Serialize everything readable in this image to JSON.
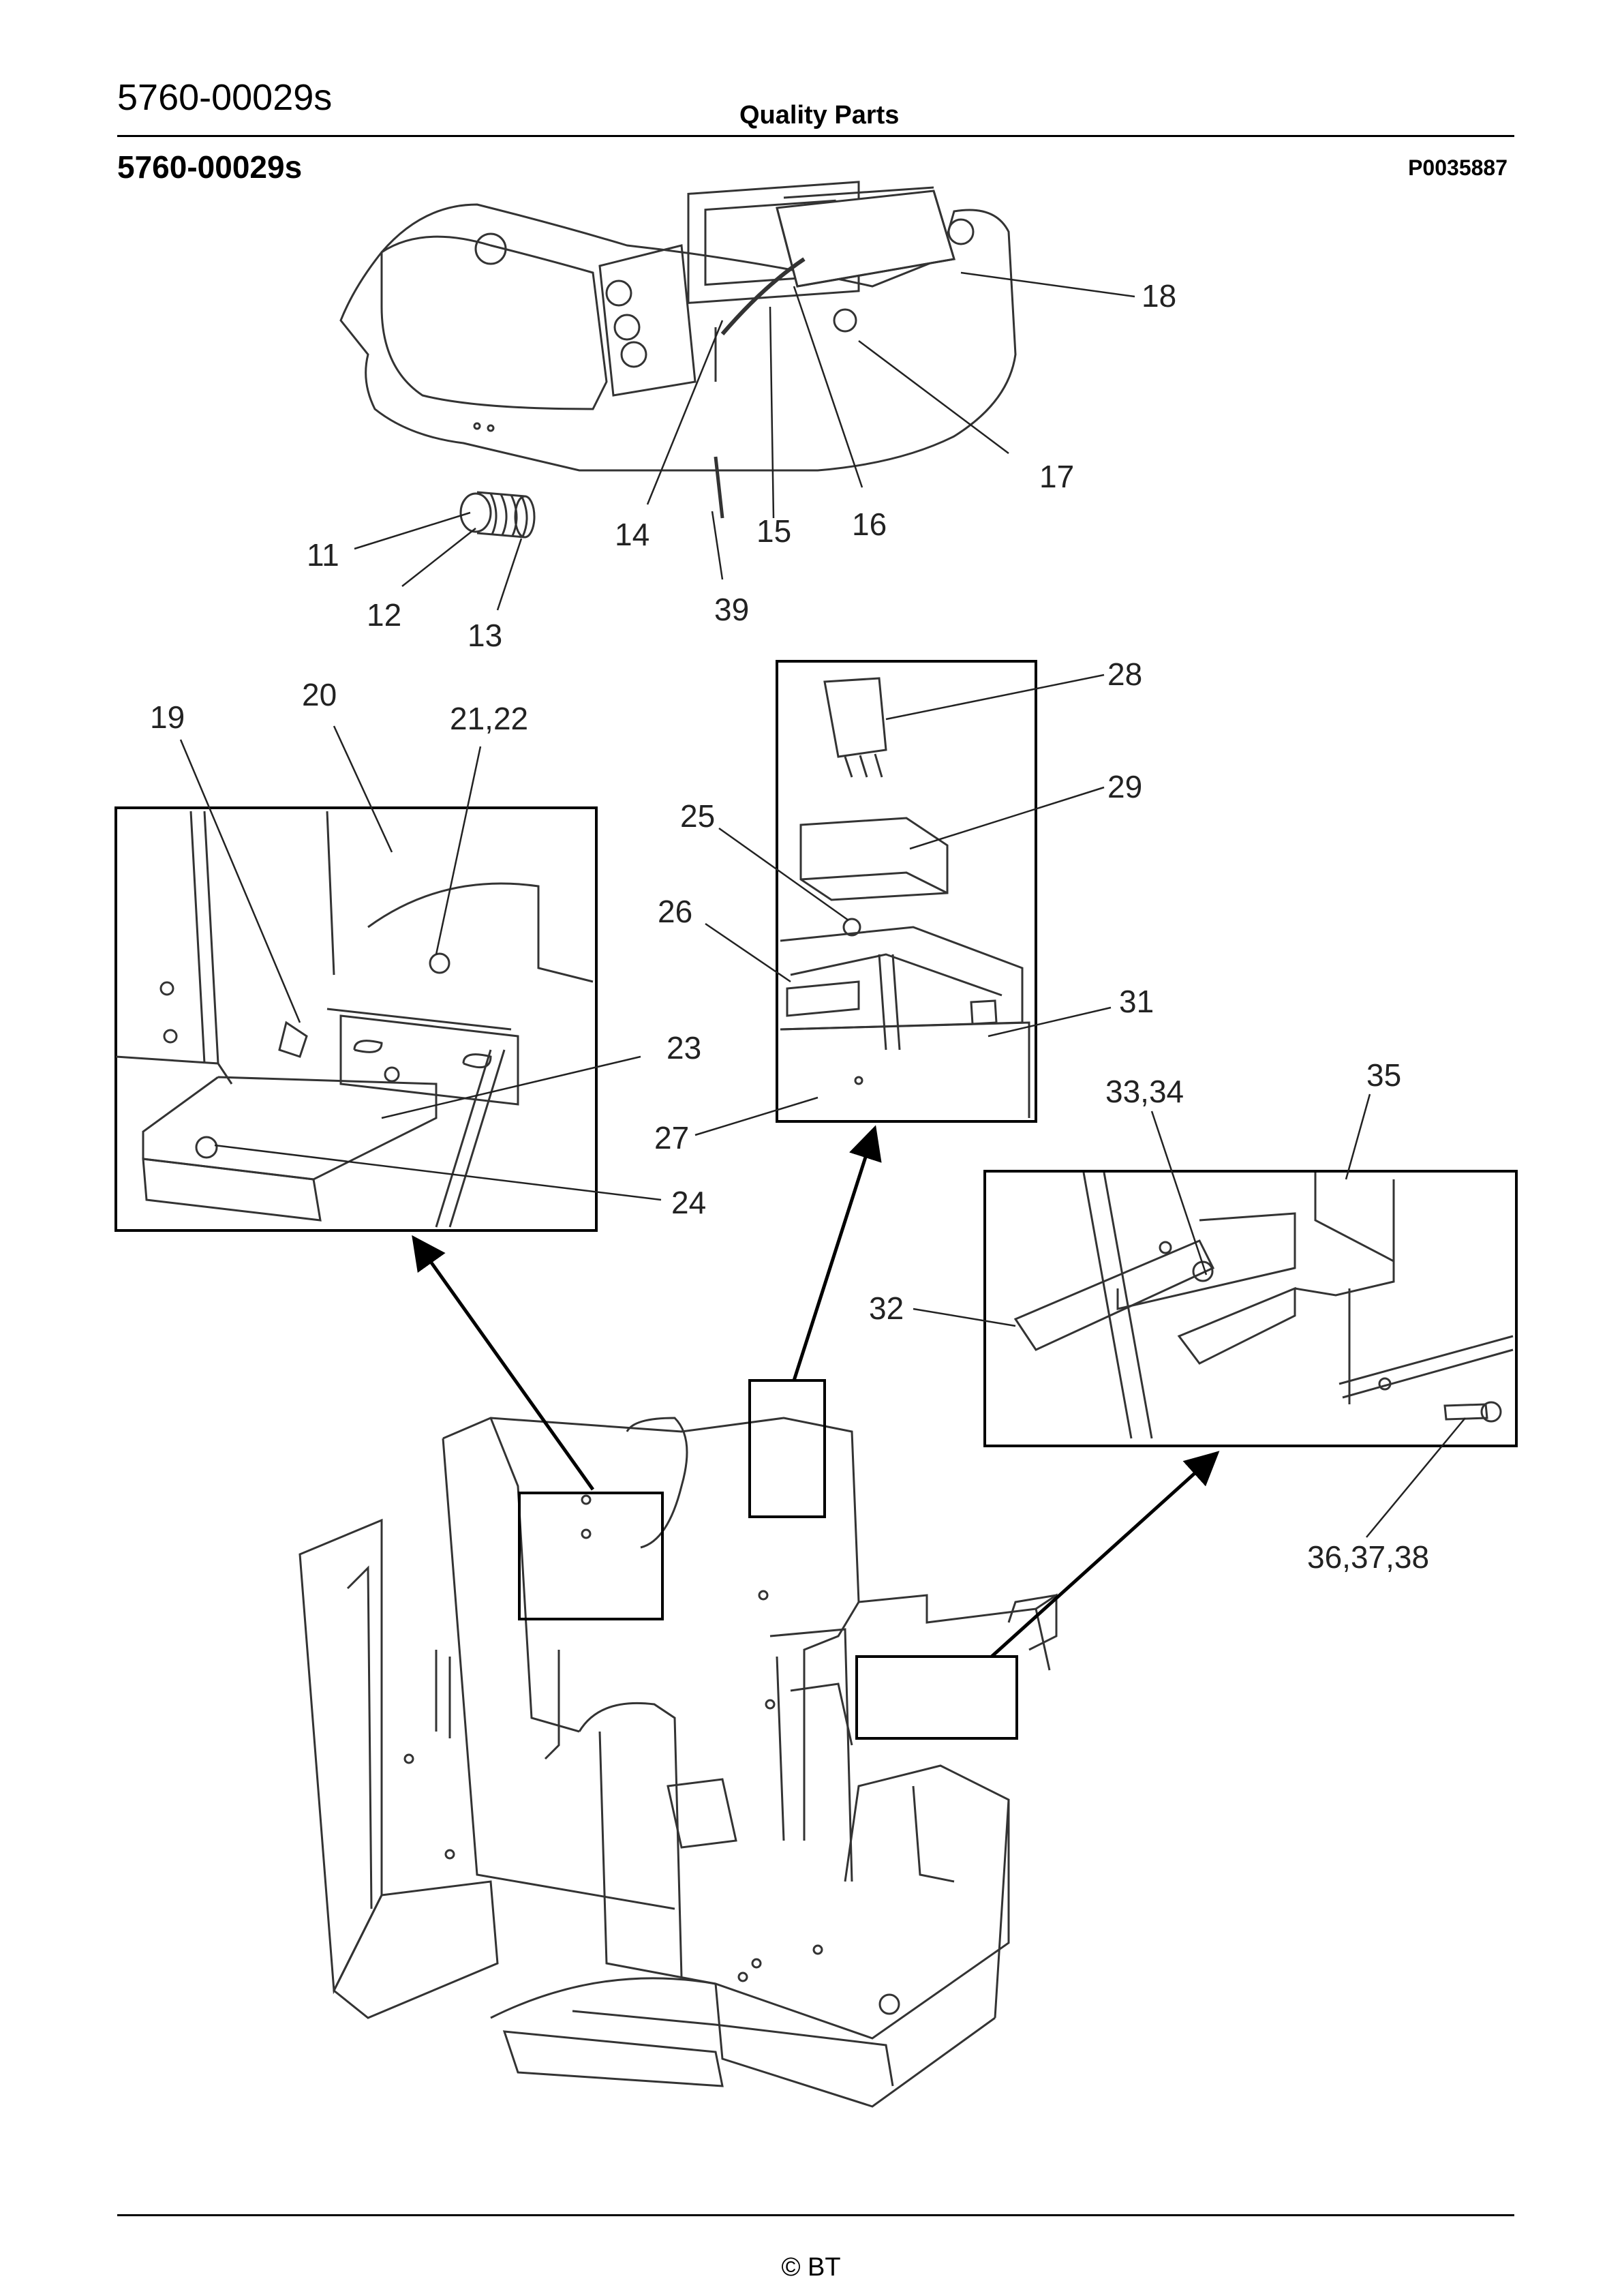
{
  "header": {
    "document_code": "5760-00029s",
    "center_title": "Quality Parts",
    "subtitle_code": "5760-00029s",
    "reference": "P0035887"
  },
  "footer": {
    "copyright": "© BT"
  },
  "labels": {
    "l11": "11",
    "l12": "12",
    "l13": "13",
    "l14": "14",
    "l15": "15",
    "l16": "16",
    "l17": "17",
    "l18": "18",
    "l39": "39",
    "l19": "19",
    "l20": "20",
    "l21_22": "21,22",
    "l23": "23",
    "l24": "24",
    "l25": "25",
    "l26": "26",
    "l27": "27",
    "l28": "28",
    "l29": "29",
    "l31": "31",
    "l32": "32",
    "l33_34": "33,34",
    "l35": "35",
    "l36_37_38": "36,37,38"
  }
}
